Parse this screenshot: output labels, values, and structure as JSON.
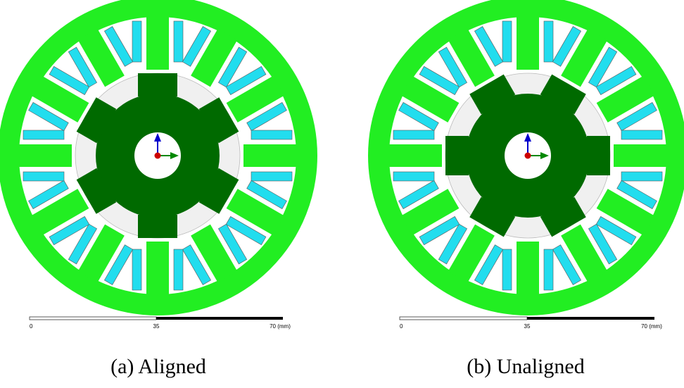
{
  "figure": {
    "panels": [
      {
        "id": "a",
        "caption": "(a) Aligned",
        "rotor_offset_deg": 0
      },
      {
        "id": "b",
        "caption": "(b) Unaligned",
        "rotor_offset_deg": 30
      }
    ],
    "scale_bar": {
      "ticks": [
        "0",
        "35",
        "70 (mm)"
      ]
    },
    "motor": {
      "stator_poles": 12,
      "coils": 24,
      "rotor_poles": 6
    },
    "colors": {
      "stator": "#22ee22",
      "rotor": "#006a00",
      "coil": "#22ddee",
      "rotor_slot": "#f0f0f0",
      "axis_y": "#0000cc",
      "axis_x": "#008800",
      "origin": "#cc0000",
      "bar_dark": "#000000"
    }
  }
}
